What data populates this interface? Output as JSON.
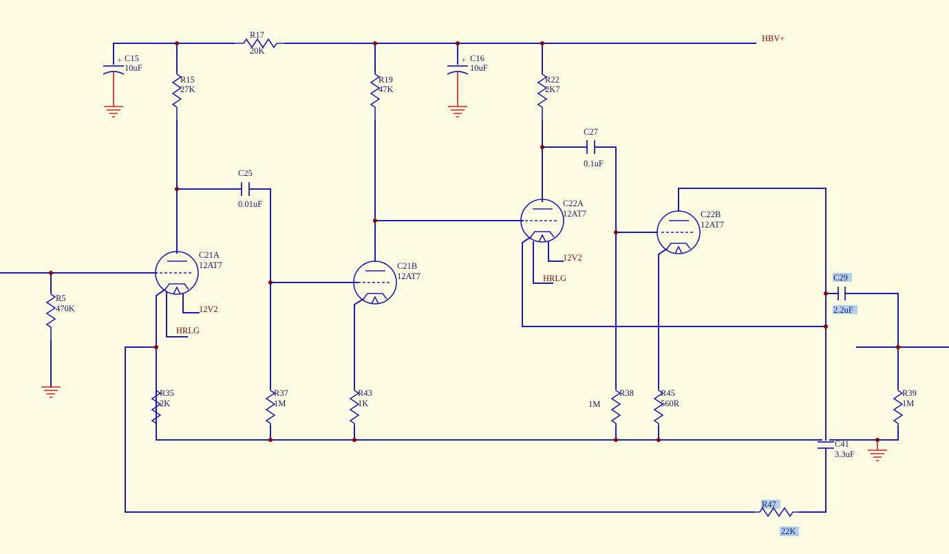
{
  "nets": {
    "hbv": "HBV+",
    "heater_v": "12V2",
    "heater_rlg": "HRLG"
  },
  "components": {
    "C15": {
      "ref": "C15",
      "value": "10uF"
    },
    "C16": {
      "ref": "C16",
      "value": "10uF"
    },
    "R17": {
      "ref": "R17",
      "value": "20K"
    },
    "R15": {
      "ref": "R15",
      "value": "27K"
    },
    "R19": {
      "ref": "R19",
      "value": "47K"
    },
    "R22": {
      "ref": "R22",
      "value": "2K7"
    },
    "C25": {
      "ref": "C25",
      "value": "0.01uF"
    },
    "C27": {
      "ref": "C27",
      "value": "0.1uF"
    },
    "C21A": {
      "ref": "C21A",
      "value": "12AT7"
    },
    "C21B": {
      "ref": "C21B",
      "value": "12AT7"
    },
    "C22A": {
      "ref": "C22A",
      "value": "12AT7"
    },
    "C22B": {
      "ref": "C22B",
      "value": "12AT7"
    },
    "R5": {
      "ref": "R5",
      "value": "470K"
    },
    "R35": {
      "ref": "R35",
      "value": "2K"
    },
    "R37": {
      "ref": "R37",
      "value": "1M"
    },
    "R43": {
      "ref": "R43",
      "value": "1K"
    },
    "R38": {
      "ref": "R38",
      "value": "1M"
    },
    "R45": {
      "ref": "R45",
      "value": "560R"
    },
    "R39": {
      "ref": "R39",
      "value": "1M"
    },
    "C29": {
      "ref": "C29",
      "value": "2.2uF"
    },
    "C41": {
      "ref": "C41",
      "value": "3.3uF"
    },
    "R47": {
      "ref": "R47",
      "value": "22K"
    }
  },
  "polarity_mark": "+",
  "colors": {
    "background": "#fdfbe1",
    "wire": "#1a1ab8",
    "ground": "#d71b1b",
    "junction": "#8a0000",
    "net_label": "#7a0a0a",
    "highlight": "#b3d1ee"
  }
}
